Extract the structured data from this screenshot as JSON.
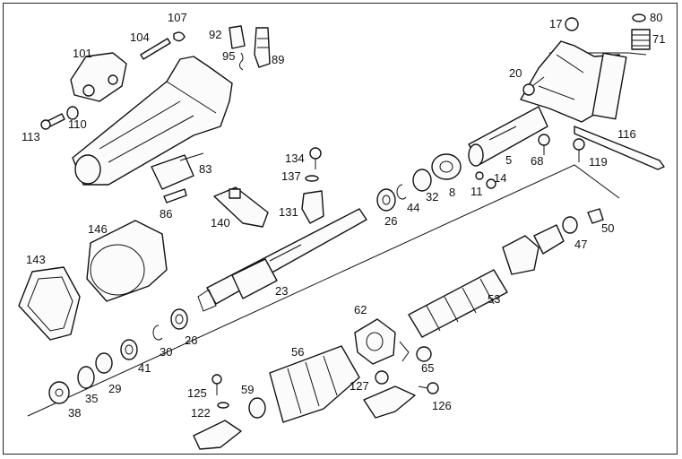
{
  "labels": {
    "n101": "101",
    "n104": "104",
    "n107": "107",
    "n92": "92",
    "n95": "95",
    "n89": "89",
    "n17": "17",
    "n80": "80",
    "n71": "71",
    "n20": "20",
    "n110": "110",
    "n113": "113",
    "n83": "83",
    "n86": "86",
    "n134": "134",
    "n137": "137",
    "n131": "131",
    "n140": "140",
    "n5": "5",
    "n68": "68",
    "n119": "119",
    "n116": "116",
    "n8": "8",
    "n11": "11",
    "n14": "14",
    "n32": "32",
    "n44": "44",
    "n26a": "26",
    "n146": "146",
    "n143": "143",
    "n23": "23",
    "n47": "47",
    "n50": "50",
    "n53": "53",
    "n62": "62",
    "n65": "65",
    "n56": "56",
    "n30": "30",
    "n26b": "26",
    "n41": "41",
    "n29": "29",
    "n35": "35",
    "n38": "38",
    "n125": "125",
    "n122": "122",
    "n59": "59",
    "n127": "127",
    "n126": "126"
  }
}
